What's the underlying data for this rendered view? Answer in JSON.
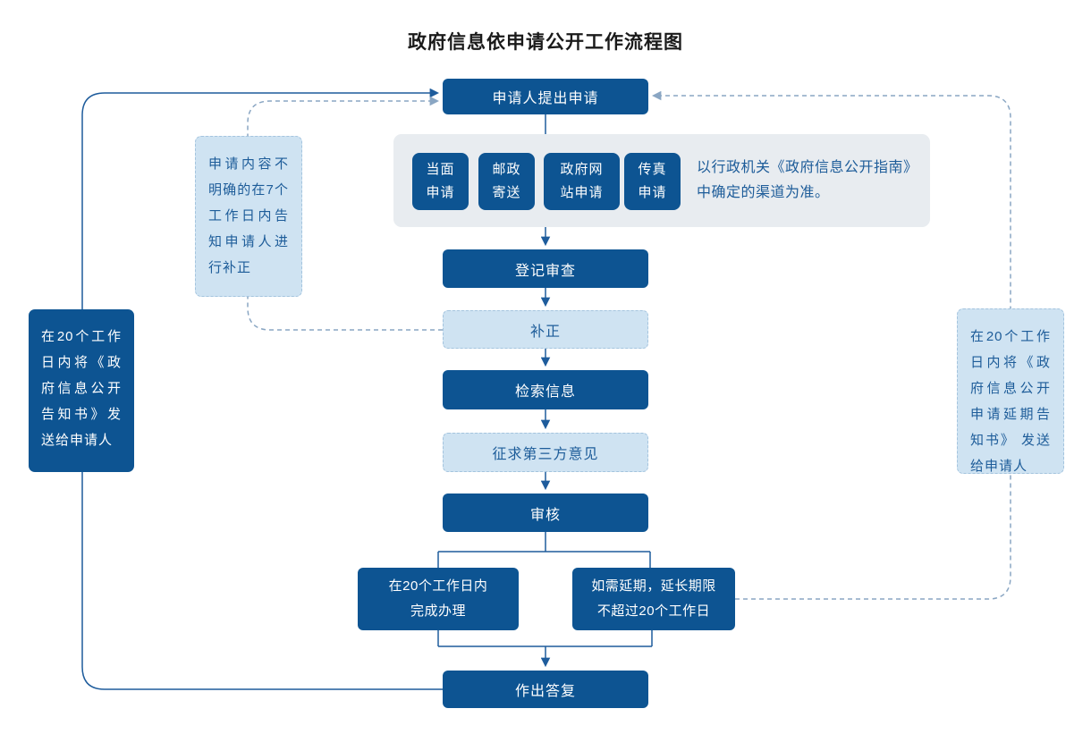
{
  "title": "政府信息依申请公开工作流程图",
  "nodes": {
    "apply": "申请人提出申请",
    "channels": [
      [
        "当面",
        "申请"
      ],
      [
        "邮政",
        "寄送"
      ],
      [
        "政府网",
        "站申请"
      ],
      [
        "传真",
        "申请"
      ]
    ],
    "channel_note_lines": [
      "以行政机关《政府信息公开指南》",
      "中确定的渠道为准。"
    ],
    "register": "登记审查",
    "supplement": "补正",
    "retrieve": "检索信息",
    "third_party": "征求第三方意见",
    "review": "审核",
    "complete_lines": [
      "在20个工作日内",
      "完成办理"
    ],
    "extend_lines": [
      "如需延期，延长期限",
      "不超过20个工作日"
    ],
    "reply": "作出答复",
    "left_notice": "在20个工作日内将《政府信息公开告知书》发送给申请人",
    "supplement_notice": "申请内容不明确的在7个工作日内告知申请人进行补正",
    "right_notice": "在20个工作日内将《政府信息公开申请延期告知书》 发送给申请人"
  },
  "colors": {
    "dark_fill": "#0d5492",
    "light_fill": "#cfe3f2",
    "light_border": "#a4c4de",
    "panel_fill": "#e8ecf0",
    "solid_line": "#1e5c9c",
    "dashed_line": "#8aa6c3",
    "light_text": "#1d5c99",
    "title_text": "#1a1a1a"
  }
}
